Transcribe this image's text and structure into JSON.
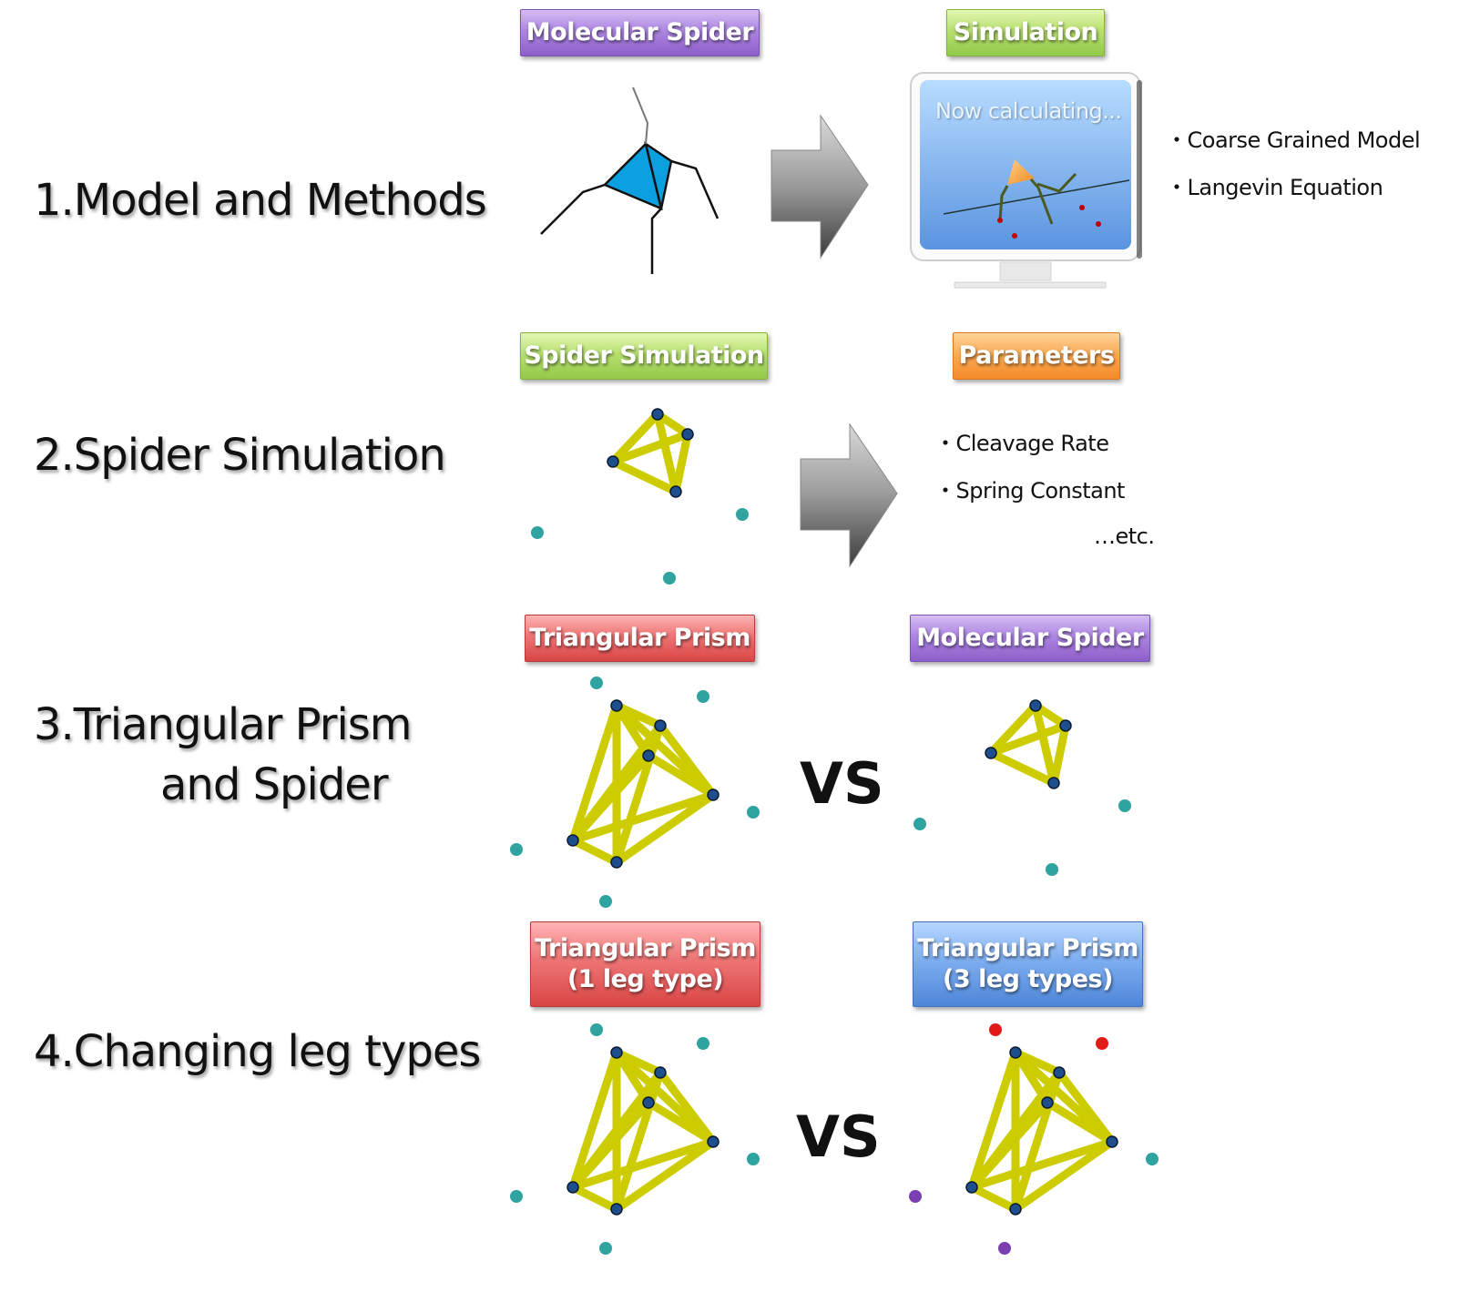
{
  "sections": [
    {
      "heading_lines": [
        "1.Model and Methods"
      ],
      "left_label": "Molecular Spider",
      "right_label": "Simulation",
      "monitor_text": "Now calculating...",
      "bullets": [
        "・Coarse Grained Model",
        "・Langevin Equation"
      ],
      "arrow": "arrow-right-icon"
    },
    {
      "heading_lines": [
        "2.Spider Simulation"
      ],
      "left_label": "Spider Simulation",
      "right_label": "Parameters",
      "bullets": [
        "・Cleavage Rate",
        "・Spring Constant"
      ],
      "etc": "…etc.",
      "arrow": "arrow-right-icon"
    },
    {
      "heading_lines": [
        "3.Triangular Prism",
        "and Spider"
      ],
      "left_label": "Triangular Prism",
      "right_label": "Molecular Spider",
      "vs": "VS"
    },
    {
      "heading_lines": [
        "4.Changing leg types"
      ],
      "left_label_lines": [
        "Triangular Prism",
        "(1 leg type)"
      ],
      "right_label_lines": [
        "Triangular Prism",
        "(3 leg types)"
      ],
      "vs": "VS"
    }
  ],
  "colors": {
    "body_yellow": "#cccc00",
    "node_blue": "#1f4e8c",
    "foot_teal": "#2fa3a0",
    "leg_blue": "#4a7cc4",
    "leg_red": "#e21a1a",
    "leg_purple": "#7a3fb0",
    "spider_cyan": "#0aa0e0"
  }
}
